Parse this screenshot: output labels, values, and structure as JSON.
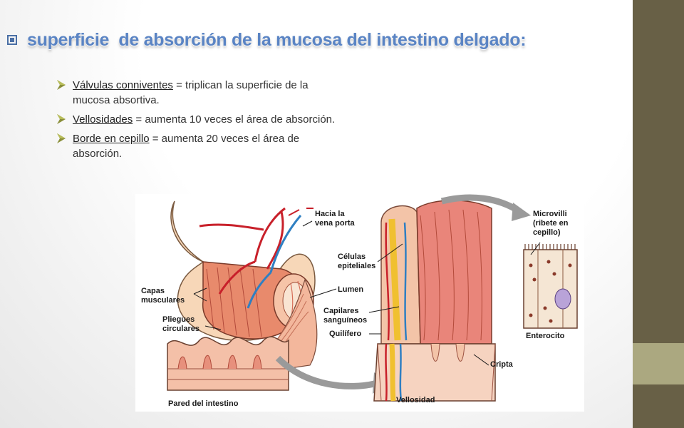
{
  "slide": {
    "title": "superficie  de absorción de la mucosa del intestino delgado:",
    "bullets": [
      {
        "term": "Válvulas conniventes",
        "text": " = triplican la superficie de la mucosa absortiva."
      },
      {
        "term": "Vellosidades",
        "text": " = aumenta 10 veces el área de absorción."
      },
      {
        "term": "Borde en cepillo",
        "text": " = aumenta 20 veces el área de absorción."
      }
    ]
  },
  "figure": {
    "labels": {
      "portal_vein": "Hacia la\nvena porta",
      "muscle_layers": "Capas\nmusculares",
      "circular_folds": "Pliegues\ncirculares",
      "intestine_wall": "Pared del intestino",
      "epithelial_cells": "Células\nepiteliales",
      "lumen": "Lumen",
      "capillaries": "Capilares\nsanguíneos",
      "lacteal": "Quilífero",
      "villus": "Vellosidad",
      "crypt": "Cripta",
      "microvilli": "Microvilli\n(ribete en\ncepillo)",
      "enterocyte": "Enterocito"
    }
  },
  "colors": {
    "title": "#5a84c4",
    "sidebar": "#686046",
    "sidebar_accent": "#aba880",
    "artery": "#c8202a",
    "vein": "#2f7fc2",
    "lacteal": "#f0c030",
    "tissue": "#f2b8a0",
    "mucosa": "#e9857a"
  }
}
